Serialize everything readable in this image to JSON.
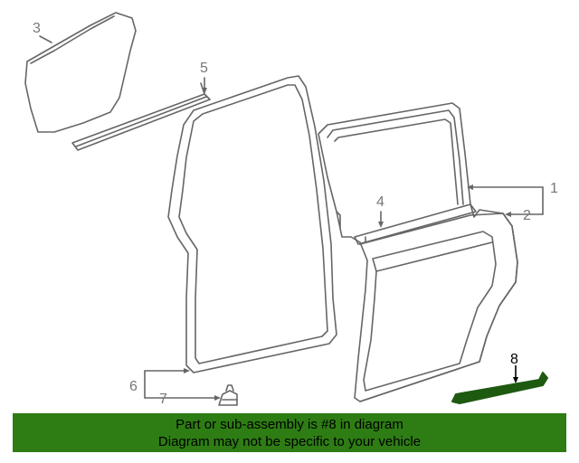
{
  "colors": {
    "banner_bg": "#2e7d14",
    "line": "#666666",
    "highlight": "#1e5a10"
  },
  "callouts": {
    "c1": "1",
    "c2": "2",
    "c3": "3",
    "c4": "4",
    "c5": "5",
    "c6": "6",
    "c7": "7",
    "c8": "8"
  },
  "highlighted_part": "8",
  "banner": {
    "line1": "Part or sub-assembly is #8 in diagram",
    "line2": "Diagram may not be specific to your vehicle"
  }
}
